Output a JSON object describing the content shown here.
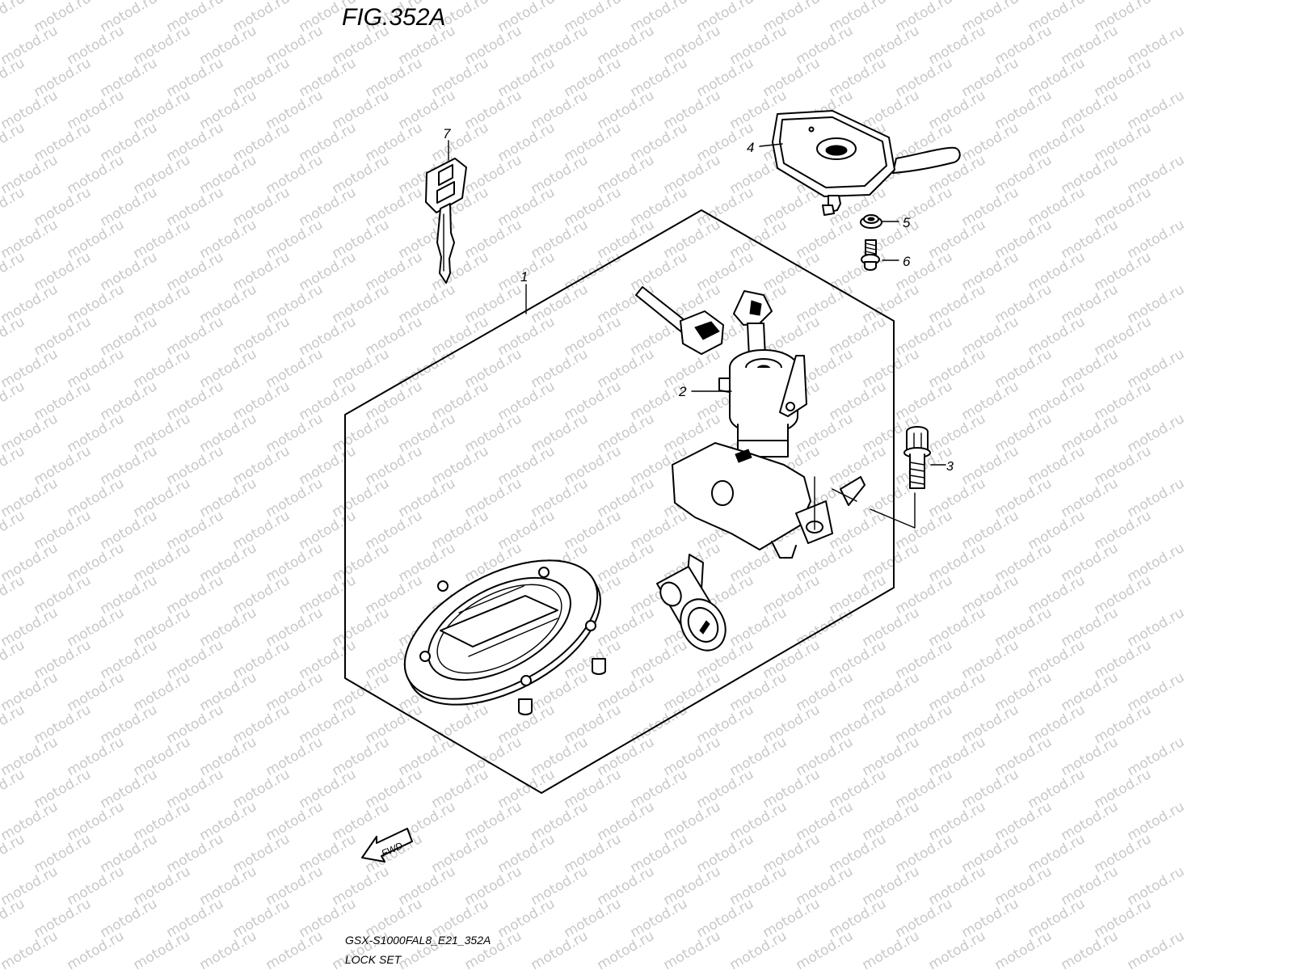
{
  "figure": {
    "title": "FIG.352A",
    "code": "GSX-S1000FAL8_E21_352A",
    "name": "LOCK SET",
    "watermark": "motod.ru",
    "fwd_label": "FWD"
  },
  "callouts": [
    {
      "id": "callout-1",
      "label": "1",
      "part": "lock set assembly"
    },
    {
      "id": "callout-2",
      "label": "2",
      "part": "ignition switch"
    },
    {
      "id": "callout-3",
      "label": "3",
      "part": "bolt"
    },
    {
      "id": "callout-4",
      "label": "4",
      "part": "ignition switch cover"
    },
    {
      "id": "callout-5",
      "label": "5",
      "part": "nut"
    },
    {
      "id": "callout-6",
      "label": "6",
      "part": "screw"
    },
    {
      "id": "callout-7",
      "label": "7",
      "part": "key"
    }
  ],
  "colors": {
    "ink": "#000000",
    "paper": "#ffffff",
    "watermark": "#c8c8c8"
  }
}
